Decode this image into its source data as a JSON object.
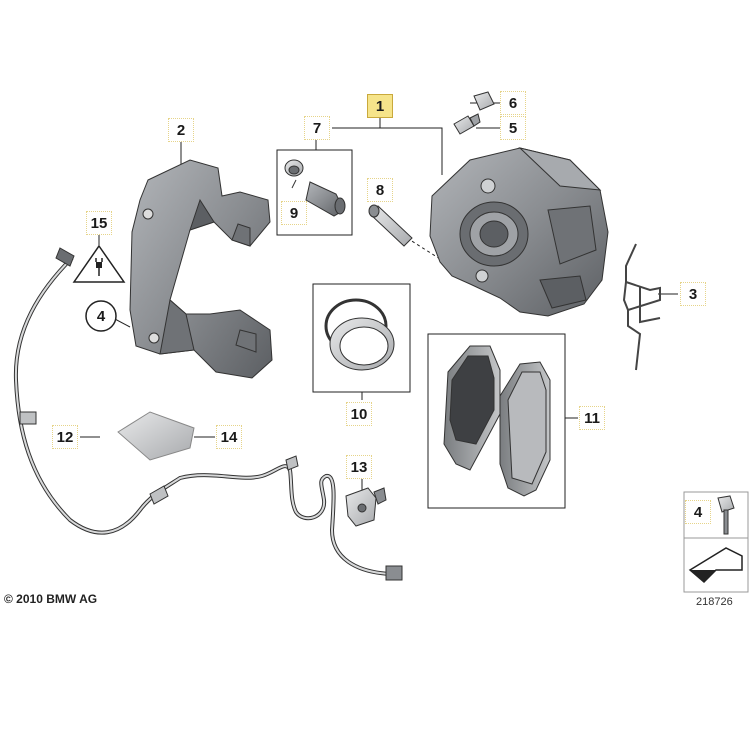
{
  "callouts": {
    "c1": "1",
    "c2": "2",
    "c3": "3",
    "c4a": "4",
    "c4b": "4",
    "c5": "5",
    "c6": "6",
    "c7": "7",
    "c8": "8",
    "c9": "9",
    "c10": "10",
    "c11": "11",
    "c12": "12",
    "c13": "13",
    "c14": "14",
    "c15": "15"
  },
  "footer": {
    "copyright": "© 2010 BMW AG",
    "drawing_number": "218726"
  },
  "colors": {
    "highlight": "#f6e48a",
    "part_fill": "#8a8d91",
    "part_dark": "#5c5f63",
    "line": "#222222"
  },
  "icons": [
    "electrical-plug-warning-icon",
    "bolt-icon",
    "arrow-direction-icon"
  ]
}
